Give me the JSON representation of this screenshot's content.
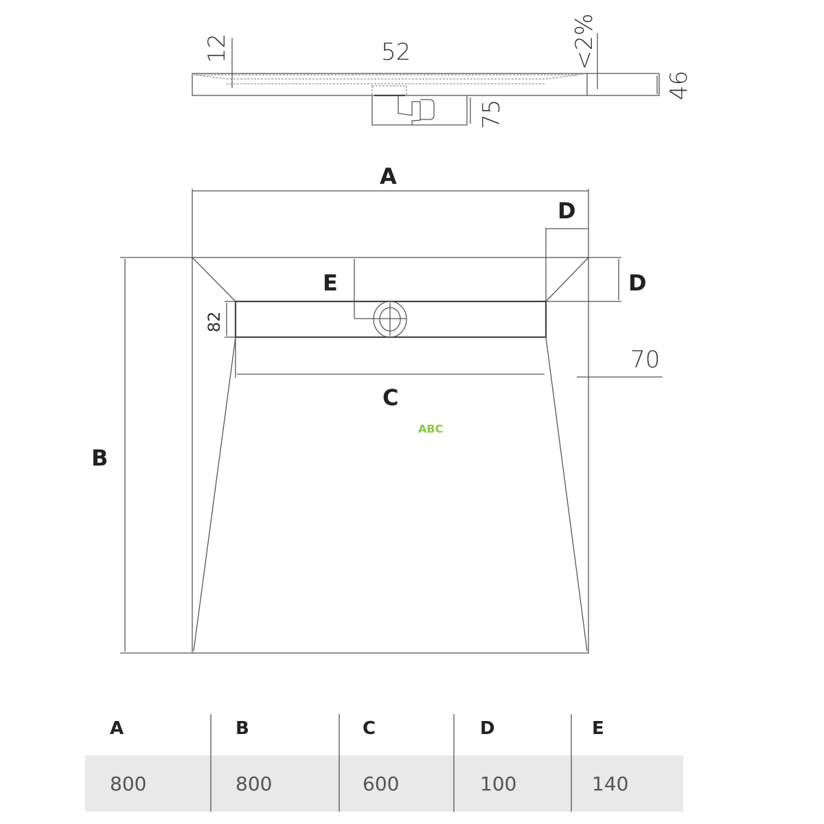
{
  "side_view": {
    "dim_12": "12",
    "dim_52": "52",
    "slope": "<2%",
    "dim_46": "46",
    "dim_75": "75"
  },
  "plan_view": {
    "label_a": "A",
    "label_b": "B",
    "label_c": "C",
    "label_d_top": "D",
    "label_d_side": "D",
    "label_e": "E",
    "dim_82": "82",
    "dim_70": "70"
  },
  "watermark": "ABC",
  "watermark_color": "#8cc63f",
  "table": {
    "headers": [
      "A",
      "B",
      "C",
      "D",
      "E"
    ],
    "values": [
      "800",
      "800",
      "600",
      "100",
      "140"
    ]
  }
}
